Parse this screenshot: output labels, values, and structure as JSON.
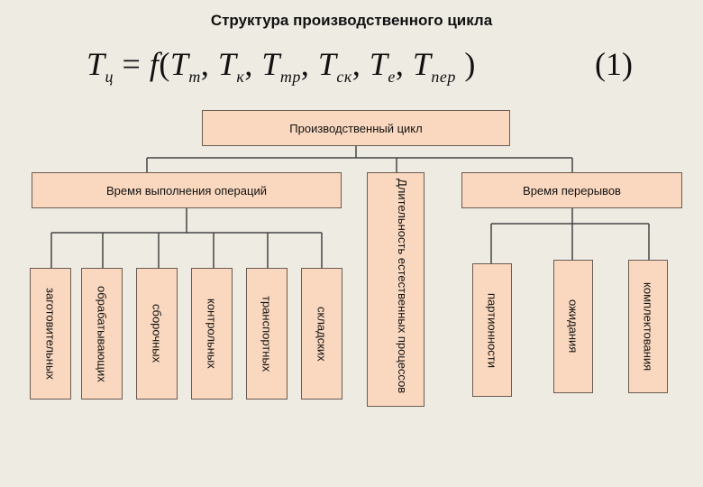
{
  "title": "Структура производственного цикла",
  "formula": {
    "lhs": "T",
    "lhs_sub": "ц",
    "func": "f",
    "terms": [
      {
        "sym": "T",
        "sub": "т"
      },
      {
        "sym": "T",
        "sub": "к"
      },
      {
        "sym": "T",
        "sub": "тр"
      },
      {
        "sym": "T",
        "sub": "ск"
      },
      {
        "sym": "T",
        "sub": "е"
      },
      {
        "sym": "T",
        "sub": "пер"
      }
    ],
    "number": "(1)"
  },
  "root": "Производственный цикл",
  "operations": "Время выполнения операций",
  "natural": "Длительность естественных процессов",
  "breaks": "Время перерывов",
  "operation_types": [
    "заготовительных",
    "обрабатывающих",
    "сборочных",
    "контрольных",
    "транспортных",
    "складских"
  ],
  "break_types": [
    "партионности",
    "ожидания",
    "комплектования"
  ],
  "colors": {
    "box_fill": "#fad8bf",
    "background": "#eeebe3",
    "line": "#444444"
  }
}
